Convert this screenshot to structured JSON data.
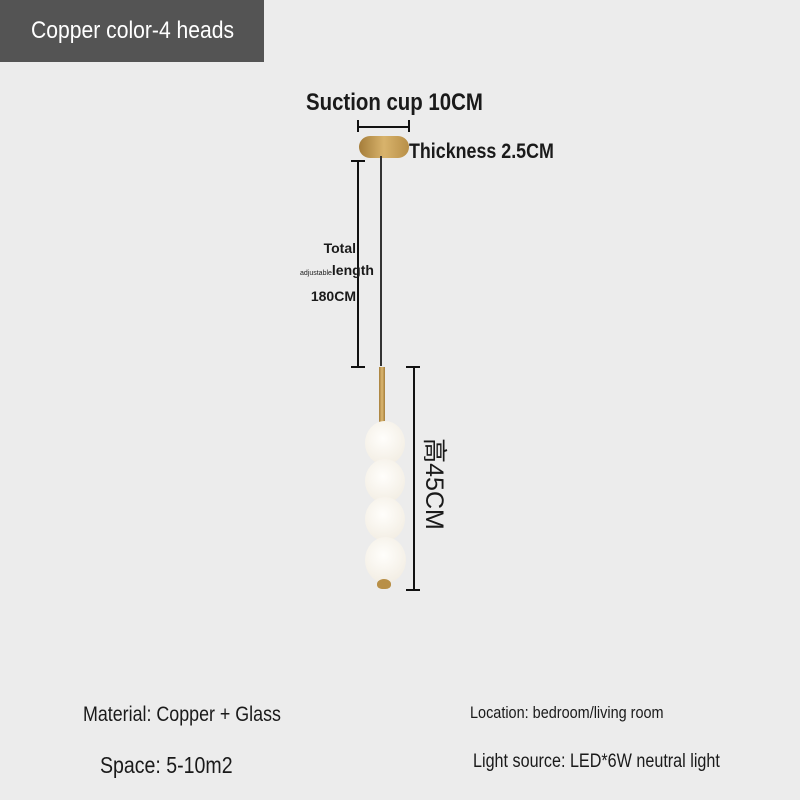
{
  "banner": {
    "title": "Copper color-4 heads"
  },
  "dimensions": {
    "suction_cup": "Suction cup 10CM",
    "thickness": "Thickness 2.5CM",
    "total_label_1": "Total",
    "total_label_2": "length",
    "total_label_3": "180CM",
    "adjustable": "adjustable",
    "height": "高45CM"
  },
  "specs": {
    "material": "Material: Copper + Glass",
    "space": "Space: 5-10m2",
    "location": "Location: bedroom/living room",
    "light_source": "Light source: LED*6W neutral light"
  },
  "colors": {
    "banner_bg": "#545454",
    "brass": "#c49a50",
    "glass": "#fbf9f4"
  }
}
